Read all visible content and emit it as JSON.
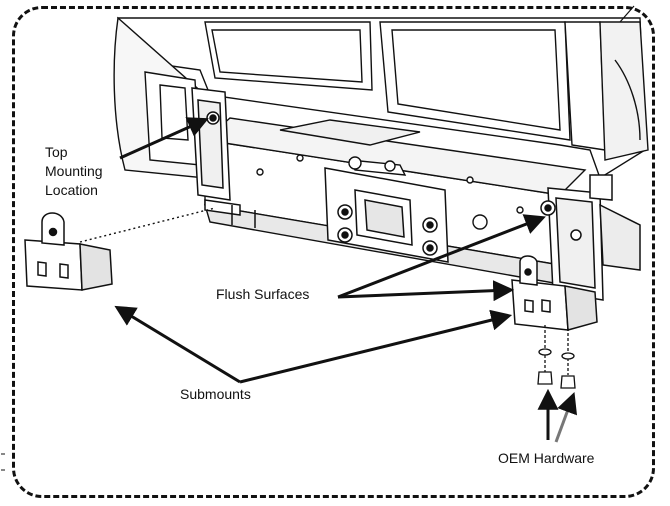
{
  "labels": {
    "top_mounting": [
      "Top",
      "Mounting",
      "Location"
    ],
    "flush_surfaces": "Flush Surfaces",
    "submounts": "Submounts",
    "oem_hardware": "OEM Hardware"
  },
  "colors": {
    "line": "#111111",
    "part_fill": "#ffffff",
    "shade": "#d9d9d9"
  }
}
